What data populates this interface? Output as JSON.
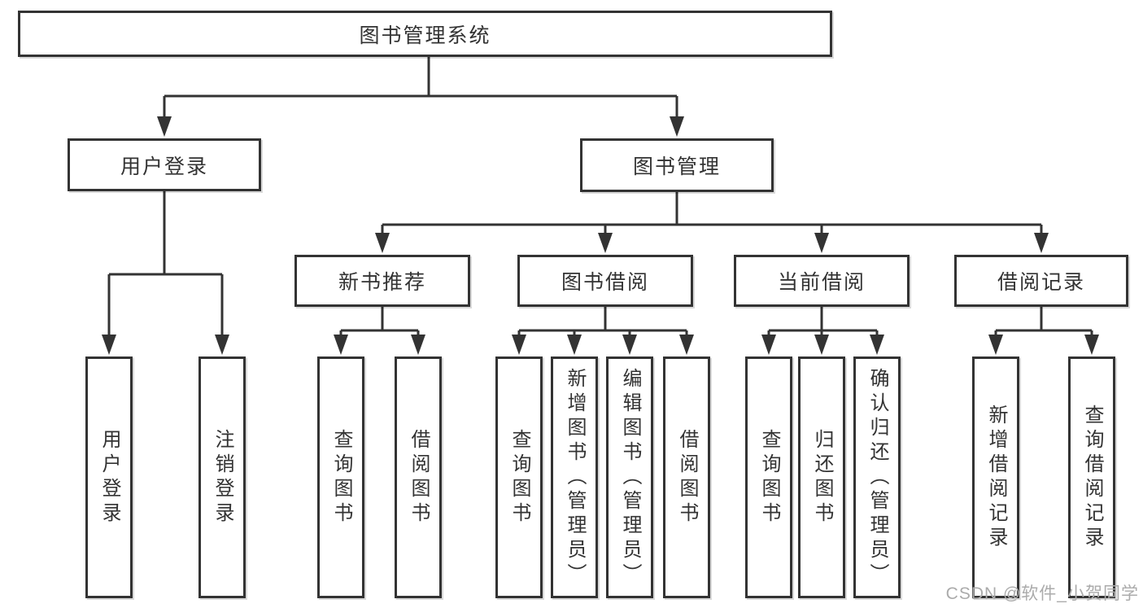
{
  "root": {
    "label": "图书管理系统"
  },
  "level2": [
    {
      "label": "用户登录"
    },
    {
      "label": "图书管理"
    }
  ],
  "level3": [
    {
      "label": "新书推荐",
      "parent": "图书管理"
    },
    {
      "label": "图书借阅",
      "parent": "图书管理"
    },
    {
      "label": "当前借阅",
      "parent": "图书管理"
    },
    {
      "label": "借阅记录",
      "parent": "图书管理"
    }
  ],
  "leaves": [
    {
      "label": "用户登录",
      "parent": "用户登录"
    },
    {
      "label": "注销登录",
      "parent": "用户登录"
    },
    {
      "label": "查询图书",
      "parent": "新书推荐"
    },
    {
      "label": "借阅图书",
      "parent": "新书推荐"
    },
    {
      "label": "查询图书",
      "parent": "图书借阅"
    },
    {
      "label": "新增图书（管理员）",
      "parent": "图书借阅"
    },
    {
      "label": "编辑图书（管理员）",
      "parent": "图书借阅"
    },
    {
      "label": "借阅图书",
      "parent": "图书借阅"
    },
    {
      "label": "查询图书",
      "parent": "当前借阅"
    },
    {
      "label": "归还图书",
      "parent": "当前借阅"
    },
    {
      "label": "确认归还（管理员）",
      "parent": "当前借阅"
    },
    {
      "label": "新增借阅记录",
      "parent": "借阅记录"
    },
    {
      "label": "查询借阅记录",
      "parent": "借阅记录"
    }
  ],
  "watermark": {
    "text": "CSDN @软件_小贺同学"
  },
  "colors": {
    "line": "#333333",
    "text": "#333333",
    "background": "#ffffff",
    "watermark": "#ababab"
  }
}
